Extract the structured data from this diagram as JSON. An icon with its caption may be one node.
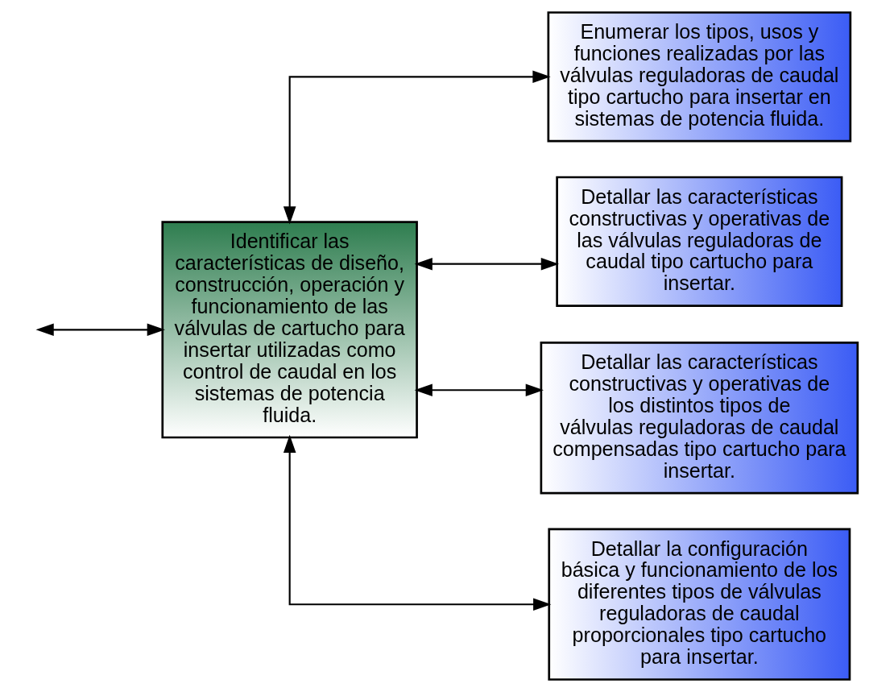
{
  "diagram": {
    "nodes": [
      {
        "text": [
          "Identificar las características de diseño, construcción, operación y funcionamiento de las válvulas de cartucho para insertar utilizadas como control de caudal en los sistemas de potencia fluida."
        ]
      },
      {
        "text": [
          "Enumerar los tipos, usos y funciones realizadas por las válvulas reguladoras de caudal tipo cartucho para insertar en sistemas de potencia fluida."
        ]
      },
      {
        "text": [
          "Detallar las características constructivas y operativas de las válvulas reguladoras de caudal tipo cartucho para insertar."
        ]
      },
      {
        "text": [
          "Detallar las características constructivas y operativas de los distintos tipos de válvulas reguladoras de caudal compensadas tipo cartucho para insertar."
        ]
      },
      {
        "text": [
          "Detallar la configuración básica y funcionamiento de los diferentes tipos de válvulas reguladoras de caudal proporcionales tipo cartucho para insertar."
        ]
      }
    ],
    "edges": [
      {
        "from": 0,
        "to": null,
        "arrow": "both"
      },
      {
        "from": 0,
        "to": 1,
        "arrow": "both"
      },
      {
        "from": 0,
        "to": 2,
        "arrow": "both"
      },
      {
        "from": 0,
        "to": 3,
        "arrow": "both"
      },
      {
        "from": 0,
        "to": 4,
        "arrow": "both"
      }
    ]
  }
}
